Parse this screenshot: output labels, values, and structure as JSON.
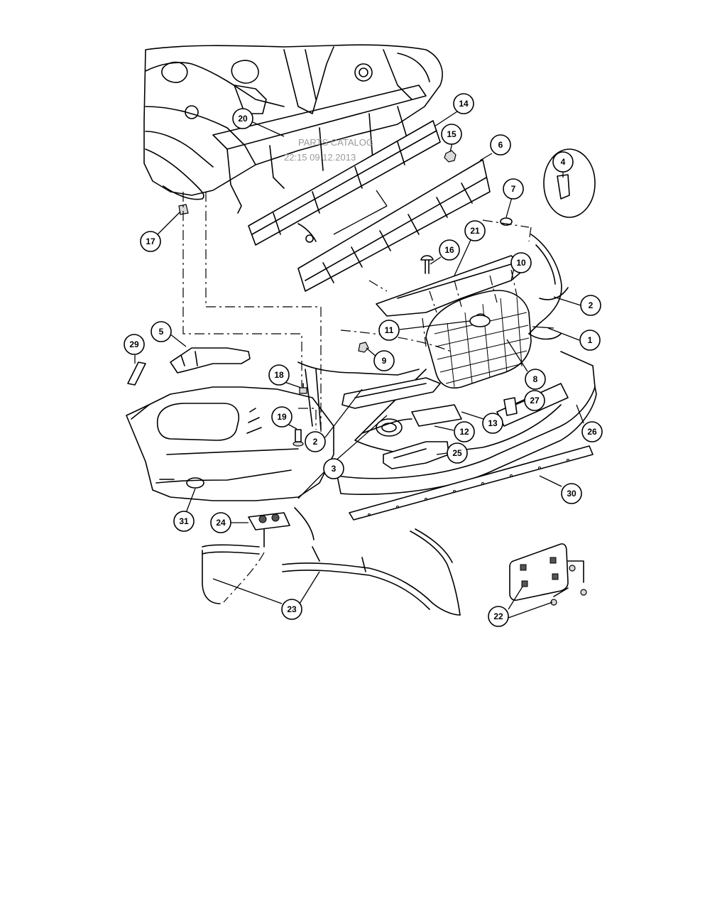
{
  "watermark": {
    "line1": "PARTS CATALOG",
    "line2": "22:15 09.12.2013"
  },
  "callouts": [
    {
      "id": "c1",
      "label": "1"
    },
    {
      "id": "c2a",
      "label": "2"
    },
    {
      "id": "c2b",
      "label": "2"
    },
    {
      "id": "c3",
      "label": "3"
    },
    {
      "id": "c4",
      "label": "4"
    },
    {
      "id": "c5",
      "label": "5"
    },
    {
      "id": "c6",
      "label": "6"
    },
    {
      "id": "c7",
      "label": "7"
    },
    {
      "id": "c8",
      "label": "8"
    },
    {
      "id": "c9",
      "label": "9"
    },
    {
      "id": "c10",
      "label": "10"
    },
    {
      "id": "c11",
      "label": "11"
    },
    {
      "id": "c12",
      "label": "12"
    },
    {
      "id": "c13",
      "label": "13"
    },
    {
      "id": "c14",
      "label": "14"
    },
    {
      "id": "c15",
      "label": "15"
    },
    {
      "id": "c16",
      "label": "16"
    },
    {
      "id": "c17",
      "label": "17"
    },
    {
      "id": "c18",
      "label": "18"
    },
    {
      "id": "c19",
      "label": "19"
    },
    {
      "id": "c20",
      "label": "20"
    },
    {
      "id": "c21",
      "label": "21"
    },
    {
      "id": "c22",
      "label": "22"
    },
    {
      "id": "c23",
      "label": "23"
    },
    {
      "id": "c24",
      "label": "24"
    },
    {
      "id": "c25",
      "label": "25"
    },
    {
      "id": "c26",
      "label": "26"
    },
    {
      "id": "c27",
      "label": "27"
    },
    {
      "id": "c29",
      "label": "29"
    },
    {
      "id": "c30",
      "label": "30"
    },
    {
      "id": "c31",
      "label": "31"
    }
  ]
}
